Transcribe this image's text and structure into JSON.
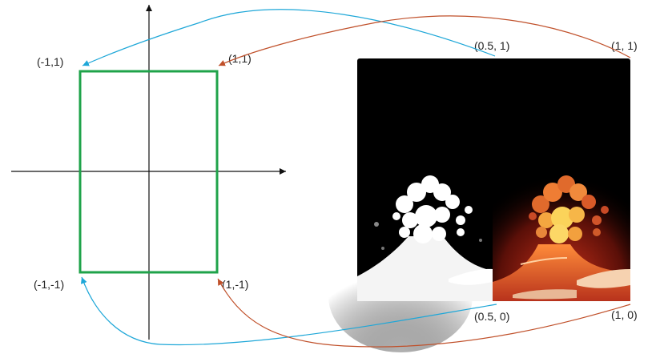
{
  "colors": {
    "axis": "#111111",
    "quad": "#1fa34a",
    "arrow_blue": "#1ea7d8",
    "arrow_orange": "#c0502a",
    "image_bg": "#000000"
  },
  "clip_space": {
    "labels": {
      "top_left": "(-1,1)",
      "top_right": "(1,1)",
      "bottom_left": "(-1,-1)",
      "bottom_right": "(1,-1)"
    }
  },
  "texture": {
    "labels": {
      "top_mid": "(0.5, 1)",
      "top_right": "(1, 1)",
      "bottom_mid": "(0.5, 0)",
      "bottom_right": "(1, 0)"
    }
  },
  "icons": {
    "left_half": "volcano-alpha-mask-image",
    "right_half": "volcano-color-image"
  }
}
